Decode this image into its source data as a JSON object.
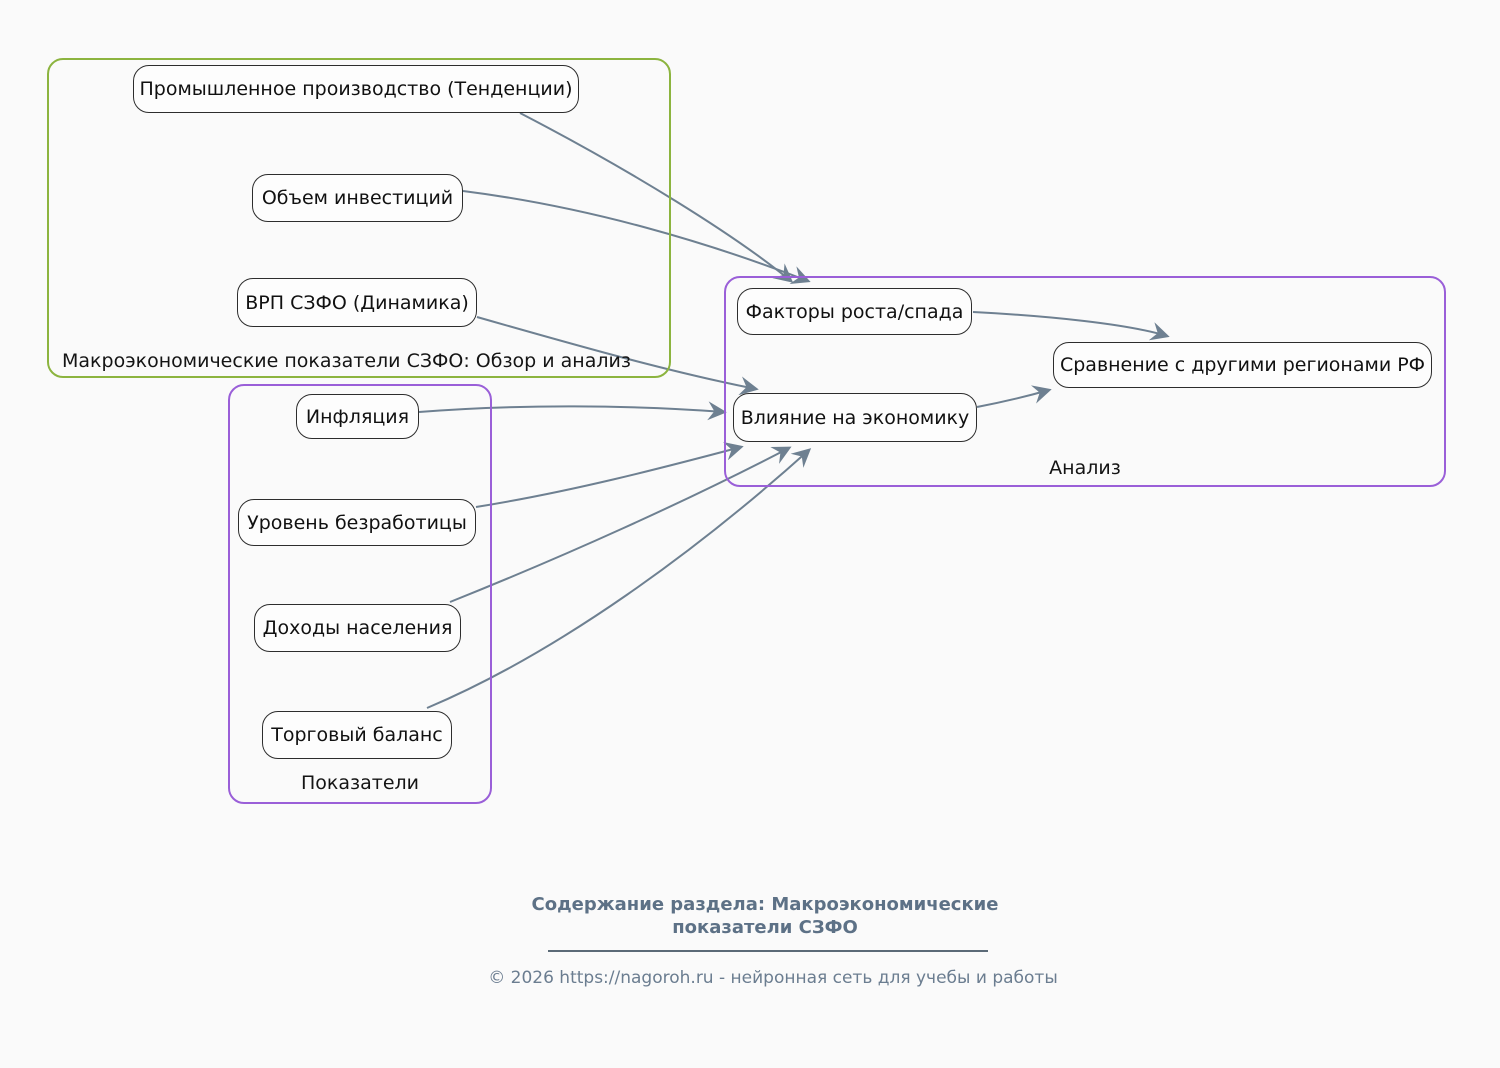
{
  "colors": {
    "background": "#fafafa",
    "group_border_green": "#8cb43f",
    "group_border_purple": "#9a5fd8",
    "edge": "#6e8091",
    "node_border": "#2d2d2d",
    "node_fill": "#fdfdfd",
    "footer_title": "#5d7186",
    "footer_divider": "#5b6a77",
    "footer_copyright": "#6b7d90"
  },
  "diagram": {
    "groups": [
      {
        "id": "macro",
        "label": "Макроэкономические показатели СЗФО: Обзор и анализ",
        "border": "#8cb43f"
      },
      {
        "id": "pokazateli",
        "label": "Показатели",
        "border": "#9a5fd8"
      },
      {
        "id": "analiz",
        "label": "Анализ",
        "border": "#9a5fd8"
      }
    ],
    "nodes": [
      {
        "id": "prom",
        "label": "Промышленное производство (Тенденции)"
      },
      {
        "id": "obem",
        "label": "Объем инвестиций"
      },
      {
        "id": "vrp",
        "label": "ВРП СЗФО (Динамика)"
      },
      {
        "id": "infl",
        "label": "Инфляция"
      },
      {
        "id": "unemp",
        "label": "Уровень безработицы"
      },
      {
        "id": "income",
        "label": "Доходы населения"
      },
      {
        "id": "trade",
        "label": "Торговый баланс"
      },
      {
        "id": "factors",
        "label": "Факторы роста/спада"
      },
      {
        "id": "compare",
        "label": "Сравнение с другими регионами РФ"
      },
      {
        "id": "impact",
        "label": "Влияние на экономику"
      }
    ],
    "edges": [
      {
        "from": "prom",
        "to": "factors"
      },
      {
        "from": "obem",
        "to": "factors"
      },
      {
        "from": "vrp",
        "to": "impact"
      },
      {
        "from": "infl",
        "to": "impact"
      },
      {
        "from": "unemp",
        "to": "impact"
      },
      {
        "from": "income",
        "to": "impact"
      },
      {
        "from": "trade",
        "to": "impact"
      },
      {
        "from": "factors",
        "to": "compare"
      },
      {
        "from": "impact",
        "to": "compare"
      }
    ]
  },
  "footer": {
    "title_line1": "Содержание раздела: Макроэкономические",
    "title_line2": "показатели СЗФО",
    "copyright": "© 2026 https://nagoroh.ru - нейронная сеть для учебы и работы"
  }
}
